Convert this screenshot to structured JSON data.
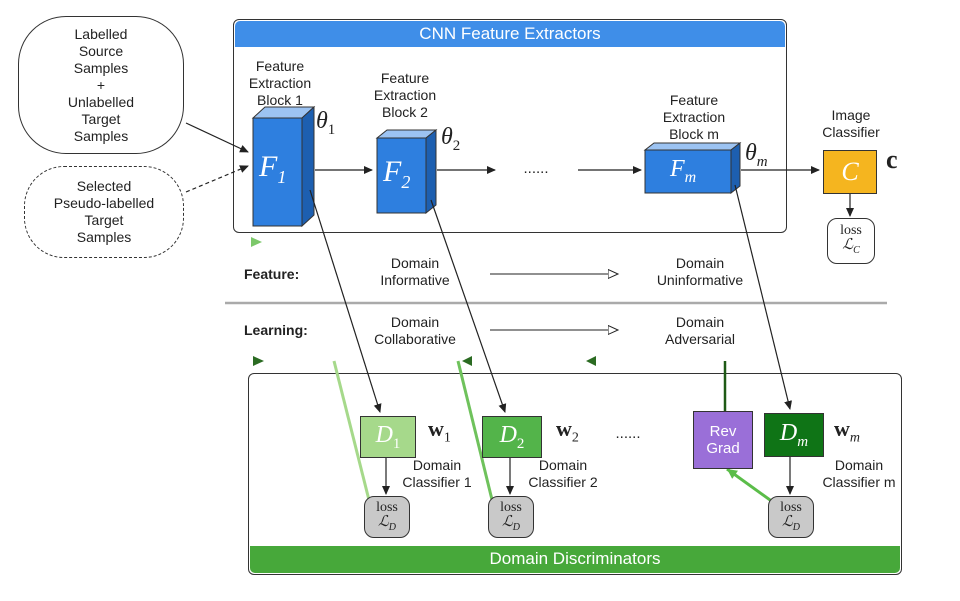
{
  "colors": {
    "banner_blue": "#3f8ee8",
    "banner_green": "#47a83a",
    "block_blue": "#2e7fdf",
    "classifier_orange": "#f5b51f",
    "d1_green": "#a6d98b",
    "d2_green": "#53b44a",
    "dm_green": "#0f7416",
    "revgrad_purple": "#9a6fd8",
    "loss_gray": "#c9c9c9"
  },
  "extractors": {
    "banner": "CNN Feature Extractors",
    "blocks": [
      {
        "caption": "Feature\nExtraction\nBlock 1",
        "symbol": "F",
        "sub": "1",
        "theta_sub": "1"
      },
      {
        "caption": "Feature\nExtraction\nBlock 2",
        "symbol": "F",
        "sub": "2",
        "theta_sub": "2"
      },
      {
        "caption": "Feature\nExtraction\nBlock m",
        "symbol": "F",
        "sub": "m",
        "theta_sub": "m"
      }
    ],
    "ellipsis": "......",
    "theta": "θ"
  },
  "inputs": {
    "source": "Labelled\nSource\nSamples\n+\nUnlabelled\nTarget\nSamples",
    "pseudo": "Selected\nPseudo-labelled\nTarget\nSamples"
  },
  "classifier": {
    "caption": "Image\nClassifier",
    "symbol": "C",
    "param": "c",
    "loss_word": "loss",
    "loss_symbol": "ℒ",
    "loss_sub": "C"
  },
  "feature_row": {
    "heading": "Feature:",
    "from": "Domain\nInformative",
    "to": "Domain\nUninformative"
  },
  "learning_row": {
    "heading": "Learning:",
    "from": "Domain\nCollaborative",
    "to": "Domain\nAdversarial"
  },
  "discriminators": {
    "banner": "Domain Discriminators",
    "ellipsis": "......",
    "rev_grad": "Rev\nGrad",
    "w": "w",
    "loss_word": "loss",
    "loss_symbol": "ℒ",
    "loss_sub": "D",
    "items": [
      {
        "symbol": "D",
        "sub": "1",
        "caption": "Domain\nClassifier 1",
        "w_sub": "1"
      },
      {
        "symbol": "D",
        "sub": "2",
        "caption": "Domain\nClassifier 2",
        "w_sub": "2"
      },
      {
        "symbol": "D",
        "sub": "m",
        "caption": "Domain\nClassifier m",
        "w_sub": "m"
      }
    ]
  }
}
